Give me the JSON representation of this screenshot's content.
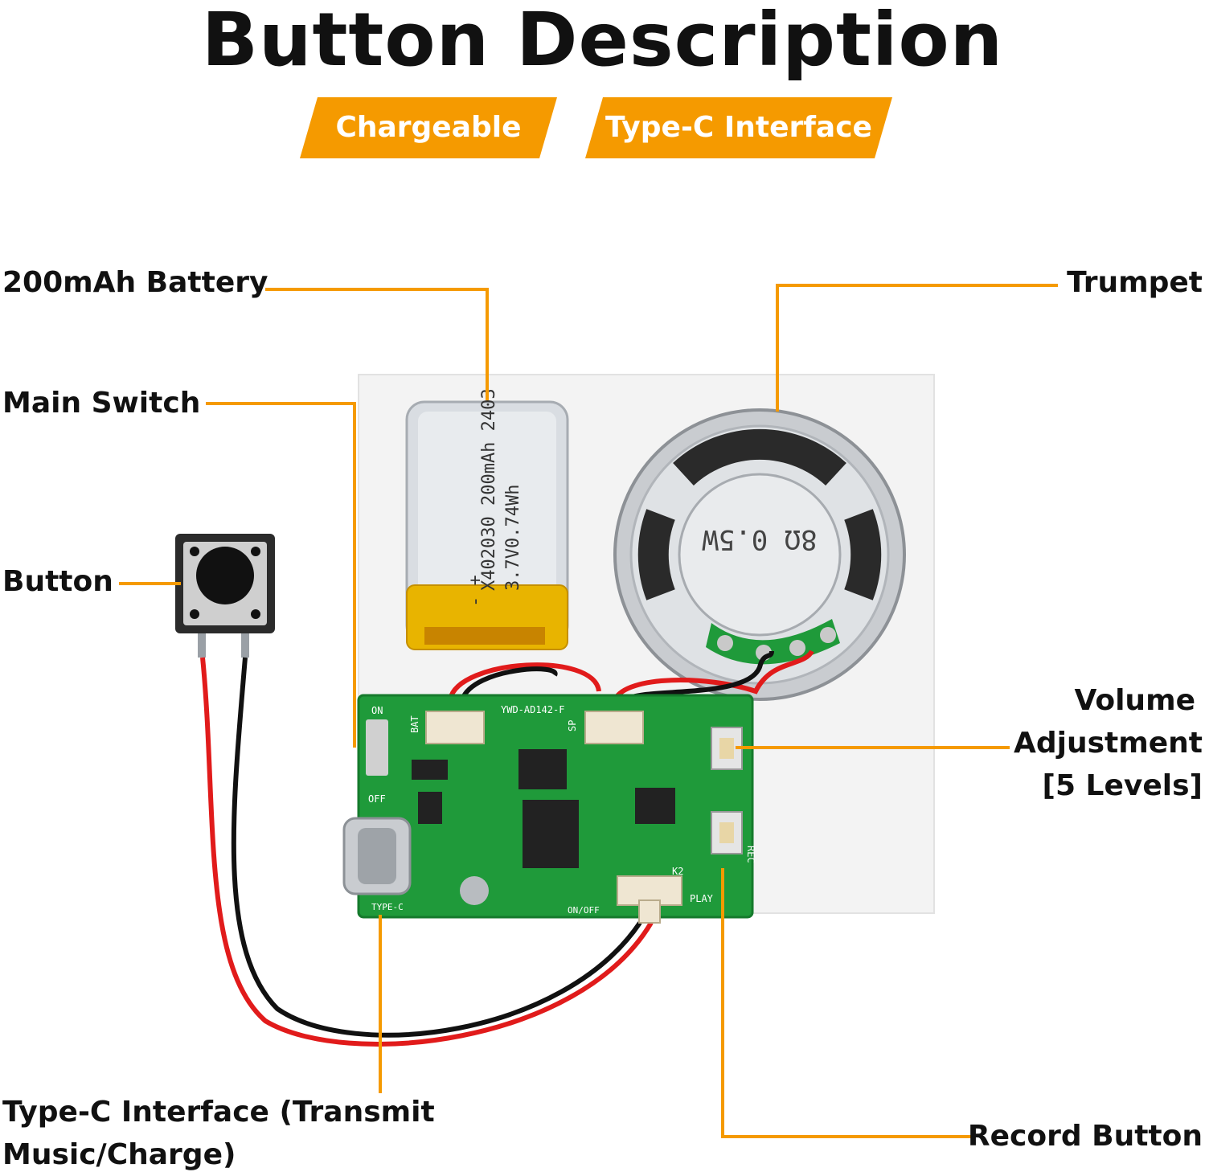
{
  "title": "Button Description",
  "badges": {
    "chargeable": "Chargeable",
    "type_c": "Type-C Interface"
  },
  "labels": {
    "battery": "200mAh Battery",
    "main_switch": "Main Switch",
    "button": "Button",
    "trumpet": "Trumpet",
    "volume_line1": "Volume",
    "volume_line2": "Adjustment",
    "volume_line3": "[5 Levels]",
    "type_c_line1": "Type-C Interface (Transmit",
    "type_c_line2": "Music/Charge)",
    "record_button": "Record Button"
  },
  "board": {
    "battery_text1": "X402030 200mAh 2403",
    "battery_text2": "3.7V0.74Wh",
    "battery_polarity": "- +",
    "speaker_text": "8Ω 0.5W",
    "pcb_model": "YWD-AD142-F",
    "pcb_on": "ON",
    "pcb_off": "OFF",
    "pcb_bat": "BAT",
    "pcb_sp": "SP",
    "pcb_rec": "REC",
    "pcb_play": "PLAY",
    "pcb_k2": "K2",
    "pcb_typec": "TYPE-C",
    "pcb_onoff": "ON/OFF"
  },
  "colors": {
    "accent": "#F59A00",
    "pcb": "#1f9a3a",
    "battery": "#e8b400",
    "wire_red": "#e11b1b",
    "wire_black": "#111111"
  }
}
